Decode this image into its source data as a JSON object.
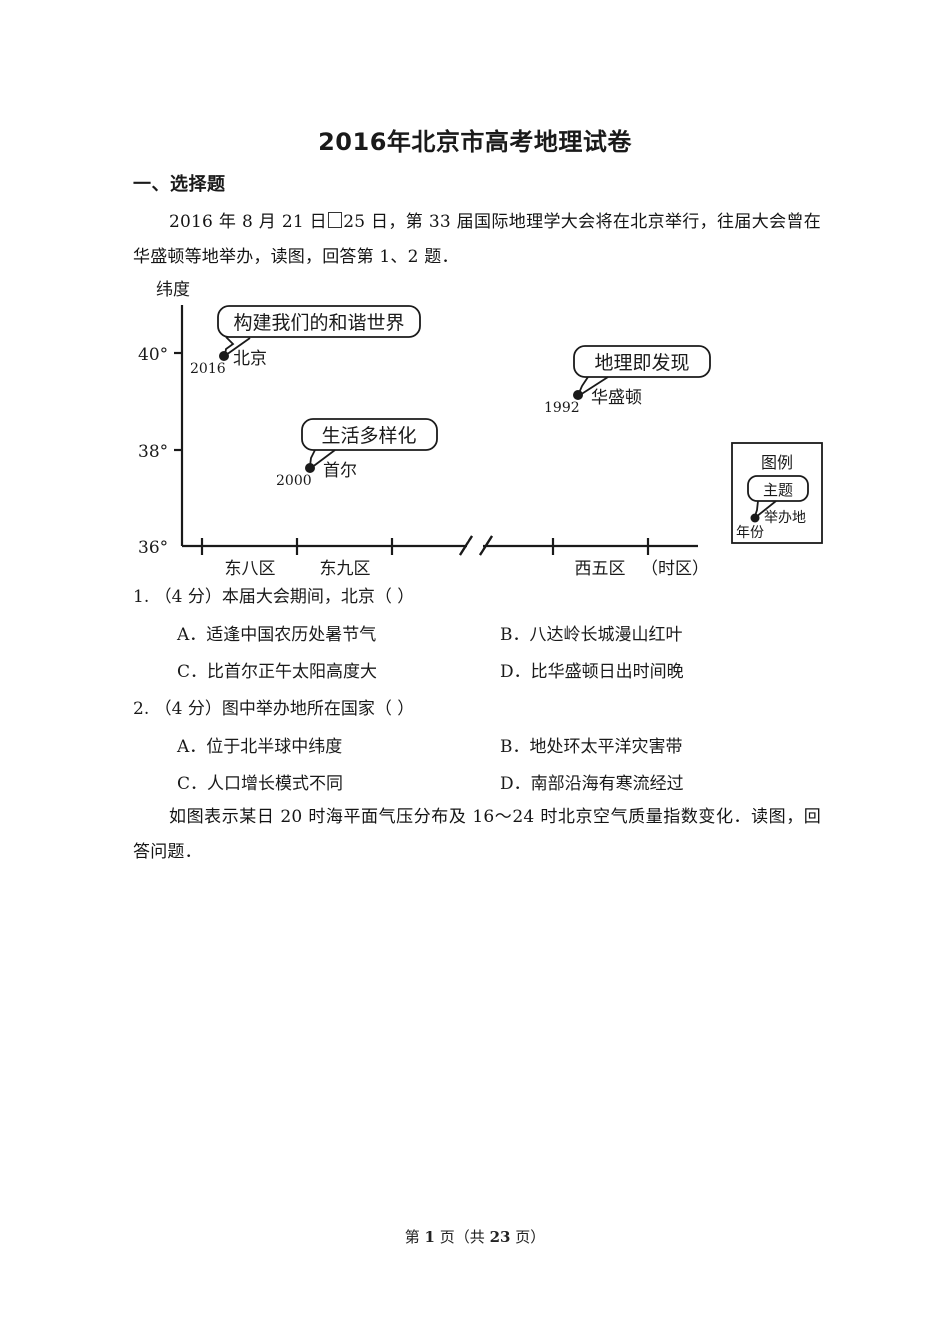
{
  "document": {
    "title": "2016年北京市高考地理试卷",
    "section_heading": "一、选择题",
    "intro_paragraph_part1": "2016 年 8 月 21 日",
    "intro_paragraph_part2": "25 日，第 33 届国际地理学大会将在北京举行，往届大会曾在华盛顿等地举办，读图，回答第 1、2 题．",
    "second_paragraph": "如图表示某日 20 时海平面气压分布及 16～24 时北京空气质量指数变化．读图，回答问题．",
    "footer_prefix": "第",
    "footer_page": "1",
    "footer_middle": "页（共",
    "footer_total": "23",
    "footer_suffix": "页）"
  },
  "questions": [
    {
      "number": "1.",
      "points": "（4 分）",
      "stem": "本届大会期间，北京（      ）",
      "options": [
        {
          "letter": "A．",
          "text": "适逢中国农历处暑节气"
        },
        {
          "letter": "B．",
          "text": "八达岭长城漫山红叶"
        },
        {
          "letter": "C．",
          "text": "比首尔正午太阳高度大"
        },
        {
          "letter": "D．",
          "text": "比华盛顿日出时间晚"
        }
      ]
    },
    {
      "number": "2.",
      "points": "（4 分）",
      "stem": "图中举办地所在国家（      ）",
      "options": [
        {
          "letter": "A．",
          "text": "位于北半球中纬度"
        },
        {
          "letter": "B．",
          "text": "地处环太平洋灾害带"
        },
        {
          "letter": "C．",
          "text": "人口增长模式不同"
        },
        {
          "letter": "D．",
          "text": "南部沿海有寒流经过"
        }
      ]
    }
  ],
  "chart_data": {
    "type": "scatter",
    "title": "",
    "ylabel": "纬度",
    "xlabel": "（时区）",
    "ylim": [
      36,
      41
    ],
    "yticks": [
      "36°",
      "38°",
      "40°"
    ],
    "ytick_values": [
      36,
      38,
      40
    ],
    "grid": false,
    "axis_break": true,
    "xtick_labels": [
      "东八区",
      "东九区",
      "西五区"
    ],
    "points": [
      {
        "city": "北京",
        "year": "2016",
        "theme": "构建我们的和谐世界",
        "latitude": 40.0,
        "timezone": "东八区"
      },
      {
        "city": "首尔",
        "year": "2000",
        "theme": "生活多样化",
        "latitude": 37.6,
        "timezone": "东九区"
      },
      {
        "city": "华盛顿",
        "year": "1992",
        "theme": "地理即发现",
        "latitude": 39.0,
        "timezone": "西五区"
      }
    ],
    "legend": {
      "title": "图例",
      "position": "right",
      "theme_label": "主题",
      "host_label": "举办地",
      "year_label": "年份"
    }
  }
}
